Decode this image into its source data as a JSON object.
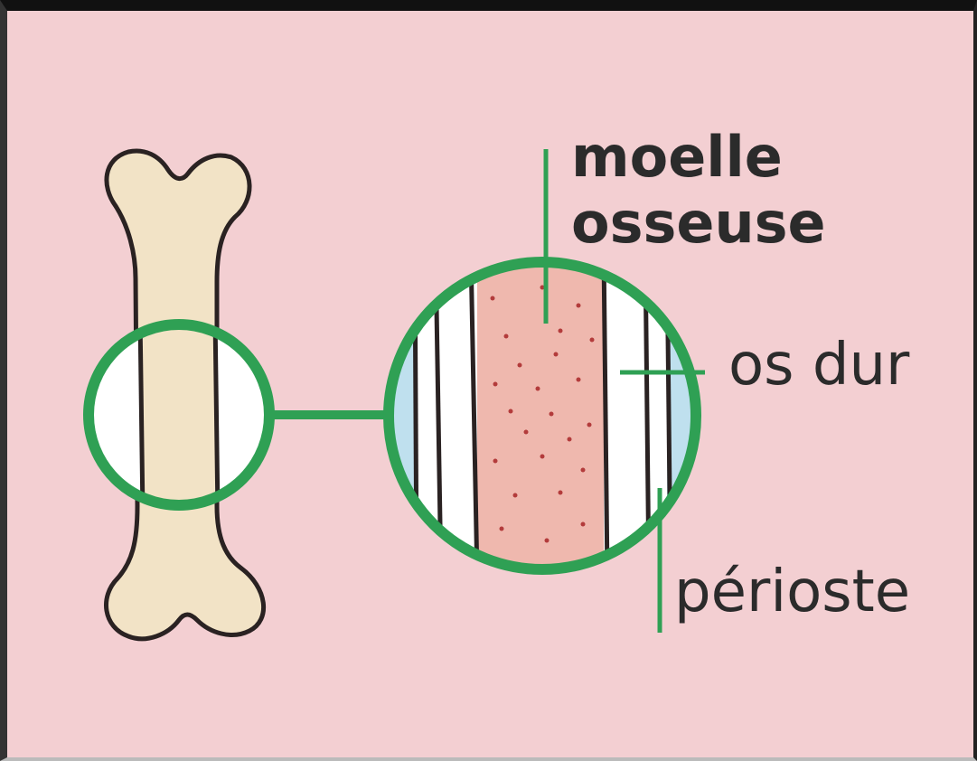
{
  "diagram": {
    "labels": {
      "marrow_line1": "moelle",
      "marrow_line2": "osseuse",
      "hard_bone": "os dur",
      "periosteum": "périoste"
    },
    "colors": {
      "background": "#f3cfd2",
      "bone": "#f2e3c6",
      "outline": "#2a2222",
      "highlight_ring": "#2fa054",
      "marrow": "#efb8ae",
      "marrow_dots": "#b33b3b",
      "periosteum_band": "#bfe0ee",
      "hard_bone_band": "#ffffff"
    }
  }
}
